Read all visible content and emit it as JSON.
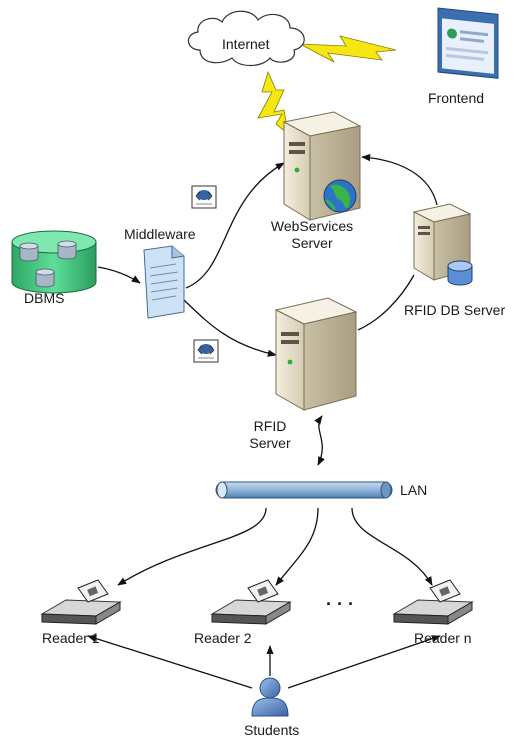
{
  "labels": {
    "internet": "Internet",
    "frontend": "Frontend",
    "middleware": "Middleware",
    "webservices_line1": "WebServices",
    "webservices_line2": "Server",
    "rfid_db_server": "RFID DB Server",
    "dbms": "DBMS",
    "rfid_line1": "RFID",
    "rfid_line2": "Server",
    "lan": "LAN",
    "reader1": "Reader 1",
    "reader2": "Reader 2",
    "readern": "Reader n",
    "ellipsis": "· · ·",
    "students": "Students"
  },
  "colors": {
    "lightning": "#f5e614",
    "server_body": "#e7e0cc",
    "lan_pipe": "#8fb4d8",
    "db_green": "#3ec47d",
    "document": "#cfe2f3",
    "person": "#4f79b5"
  },
  "icons": [
    "cloud-icon",
    "browser-window-icon",
    "lightning-icon",
    "server-icon",
    "globe-icon",
    "database-icon",
    "document-icon",
    "soap-message-icon",
    "rfid-reader-icon",
    "person-icon"
  ]
}
